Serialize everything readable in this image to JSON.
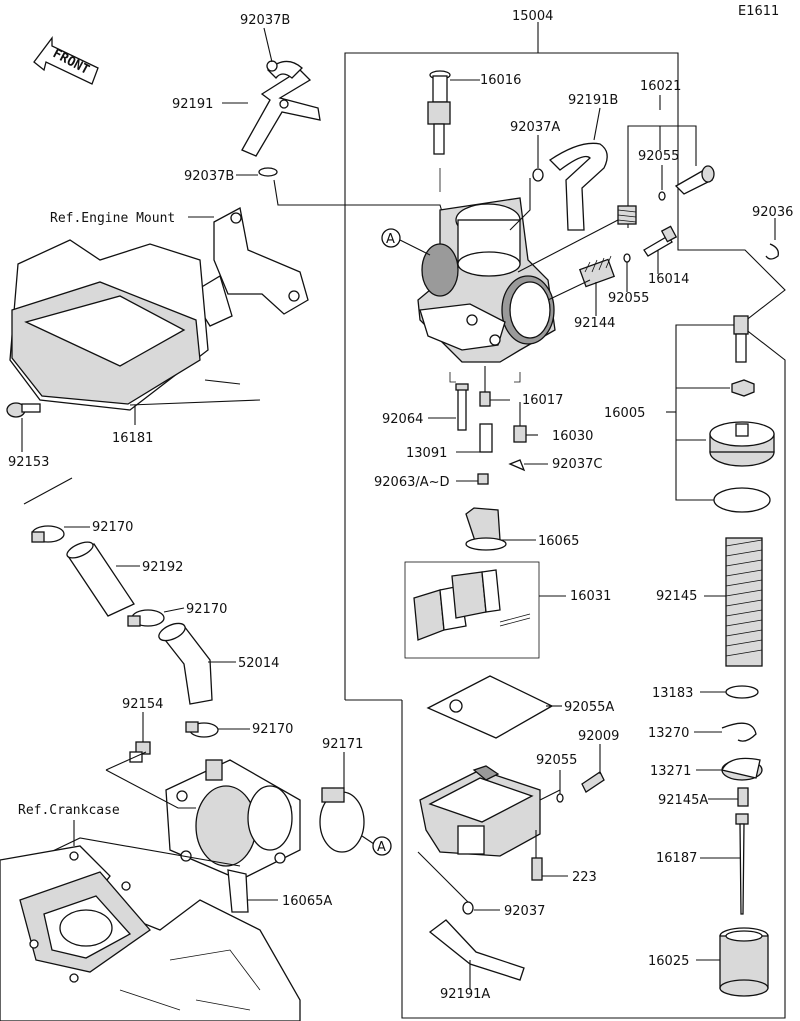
{
  "diagram_id": "E1611",
  "front_label": "FRONT",
  "refs": {
    "engine_mount": "Ref.Engine Mount",
    "crankcase": "Ref.Crankcase"
  },
  "callouts": {
    "a1": "A",
    "a2": "A"
  },
  "parts": {
    "p15004": "15004",
    "p16016": "16016",
    "p92191B": "92191B",
    "p16021": "16021",
    "p92037A": "92037A",
    "p92055_top": "92055",
    "p92036": "92036",
    "p16014": "16014",
    "p92055_mid": "92055",
    "p92144": "92144",
    "p92064": "92064",
    "p16017": "16017",
    "p16030": "16030",
    "p13091": "13091",
    "p92037C": "92037C",
    "p92063": "92063/A~D",
    "p16065": "16065",
    "p16031": "16031",
    "p92055A": "92055A",
    "p92009": "92009",
    "p92055_low": "92055",
    "p223": "223",
    "p92037": "92037",
    "p92191A": "92191A",
    "p16005": "16005",
    "p92145": "92145",
    "p13183": "13183",
    "p13270": "13270",
    "p13271": "13271",
    "p92145A": "92145A",
    "p16187": "16187",
    "p16025": "16025",
    "p92037B_top": "92037B",
    "p92191": "92191",
    "p92037B_mid": "92037B",
    "p92153": "92153",
    "p16181": "16181",
    "p92170_a": "92170",
    "p92192": "92192",
    "p92170_b": "92170",
    "p52014": "52014",
    "p92154": "92154",
    "p92170_c": "92170",
    "p92171": "92171",
    "p16065A": "16065A"
  }
}
